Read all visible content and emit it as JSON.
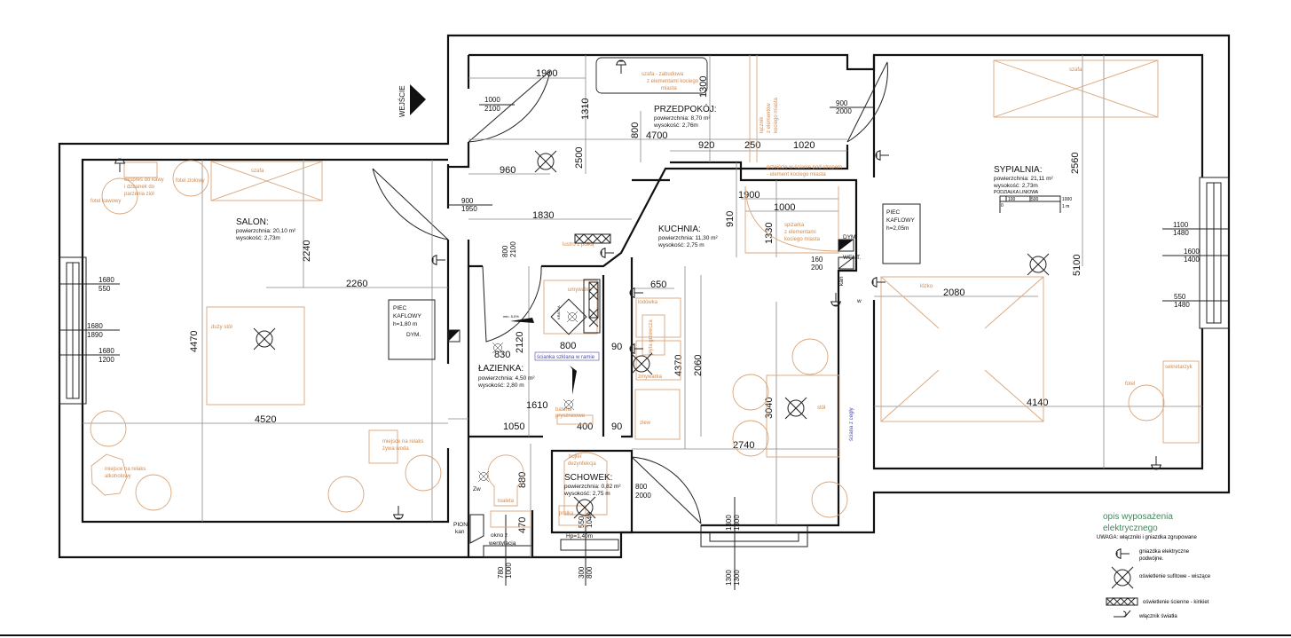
{
  "entrance": "WEJŚCIE",
  "rooms": {
    "salon": {
      "name": "SALON:",
      "area": "powierzchnia: 20,10 m²",
      "height": "wysokość: 2,73m"
    },
    "przedpokoj": {
      "name": "PRZEDPOKÓJ:",
      "area": "powierzchnia: 8,70 m²",
      "height": "wysokość: 2,76m"
    },
    "kuchnia": {
      "name": "KUCHNIA:",
      "area": "powierzchnia: 11,30 m²",
      "height": "wysokość: 2,75 m"
    },
    "lazienka": {
      "name": "ŁAZIENKA:",
      "area": "powierzchnia: 4,50 m²",
      "height": "wysokość: 2,80 m"
    },
    "schowek": {
      "name": "SCHOWEK:",
      "area": "powierzchnia: 0,82 m²",
      "height": "wysokość: 2,75 m"
    },
    "sypialnia": {
      "name": "SYPIALNIA:",
      "area": "powierzchnia: 21,11 m²",
      "height": "wysokość: 2,73m"
    }
  },
  "dims": [
    "1900",
    "4700",
    "920",
    "250",
    "1020",
    "960",
    "1830",
    "1900",
    "1000",
    "2260",
    "650",
    "800",
    "830",
    "90",
    "1610",
    "1050",
    "400",
    "90",
    "4520",
    "2740",
    "2080",
    "4140"
  ],
  "vdims": [
    "1310",
    "1300",
    "800",
    "2500",
    "2240",
    "4470",
    "910",
    "1330",
    "2560",
    "5100",
    "2120",
    "2060",
    "4370",
    "3040",
    "880",
    "470"
  ],
  "openings": [
    [
      "1000",
      "2100"
    ],
    [
      "900",
      "2000"
    ],
    [
      "900",
      "1950"
    ],
    [
      "800",
      "2100"
    ],
    [
      "1680",
      "550"
    ],
    [
      "1680",
      "1890"
    ],
    [
      "1680",
      "1200"
    ],
    [
      "1100",
      "1480"
    ],
    [
      "1600",
      "1400"
    ],
    [
      "550",
      "1480"
    ],
    [
      "160",
      "200"
    ],
    [
      "800",
      "2000"
    ],
    [
      "550",
      "1040"
    ],
    [
      "780",
      "1000"
    ],
    [
      "300",
      "800"
    ],
    [
      "1300",
      "1300"
    ],
    [
      "1300",
      "1300"
    ]
  ],
  "furniture": {
    "ekspres": [
      "ekspres do kawy",
      "i dzbanek do",
      "parzenia ziół"
    ],
    "fotel_kawowy": "fotel kawowy",
    "fotel_ziolowy": "fotel ziołowy",
    "szafa_salon": "szafa",
    "duzy_stol": "duży stół",
    "relaks_woda": [
      "miejsce na relaks",
      "żywa woda"
    ],
    "relaks_alko": [
      "miejsce na relaks",
      "alkoholowy"
    ],
    "szafa_zabudowa": [
      "szafa - zabudowa",
      "z elementami kociego",
      "miasta"
    ],
    "lacznik": [
      "łącznik",
      "z elementów",
      "kociego miasta"
    ],
    "przejscie": [
      "przejście w ścianie  pod stropem",
      "- element kociego miasta"
    ],
    "spizarka": [
      "spiżarka",
      "z elementami",
      "kociego miasta"
    ],
    "szafa_sypialnia": "szafa",
    "lozko": "łóżko",
    "fotel": "fotel",
    "sekretarzyk": "sekretarzyk",
    "lodowka": "lodówka",
    "plyta": "płyta grzewcza",
    "zmywarka": "zmywarka",
    "zlew": "zlew",
    "stol": "stół",
    "sciana_cegly": "ściana z cegły",
    "lustro": "lustro z półką",
    "umywalka": "umywalka",
    "bateria": [
      "bateria",
      "prysznicowa"
    ],
    "scianka": "ścianka szklana w ramie",
    "bojler": [
      "bojler",
      "dezynfekcja"
    ],
    "toaleta": "toaleta",
    "pralka": "pralka"
  },
  "labels": {
    "piec1": [
      "PIEC",
      "KAFLOWY",
      "h=1,80 m"
    ],
    "dym1": "DYM.",
    "piec2": [
      "PIEC",
      "KAFLOWY",
      "h=2,05m"
    ],
    "dym2": "DYM.",
    "went": "WENT.",
    "kan": "kan",
    "w": "w",
    "zw": "Zw",
    "pion": [
      "PION",
      "kan"
    ],
    "okno": [
      "okno z",
      "wentylacją"
    ],
    "hp": "Hp=1,40m",
    "kratka": "KRATKA",
    "spadek": "min. 5,0%"
  },
  "scale": {
    "title": "PODZIAŁKA LINIOWA",
    "ticks": [
      "0",
      "100",
      "500",
      "1000"
    ],
    "unit": "1 m"
  },
  "legend": {
    "title": [
      "opis wyposażenia",
      "elektrycznego"
    ],
    "note": "UWAGA: włączniki i gniazdka zgrupowane",
    "items": [
      {
        "icon": "double-socket-icon",
        "label": [
          "gniazdka elektryczne",
          "podwójne."
        ]
      },
      {
        "icon": "ceiling-light-icon",
        "label": [
          "oświetlenie sufitowe - wiszące"
        ]
      },
      {
        "icon": "wall-light-icon",
        "label": [
          "oświetlenie ścienne - kinkiet"
        ]
      },
      {
        "icon": "light-switch-icon",
        "label": [
          "włącznik światła"
        ]
      }
    ]
  },
  "colors": {
    "walls": "#111111",
    "furniture": "#d9a57a",
    "legend_title": "#3e8a5a",
    "glass_note": "#4a4aa8"
  }
}
